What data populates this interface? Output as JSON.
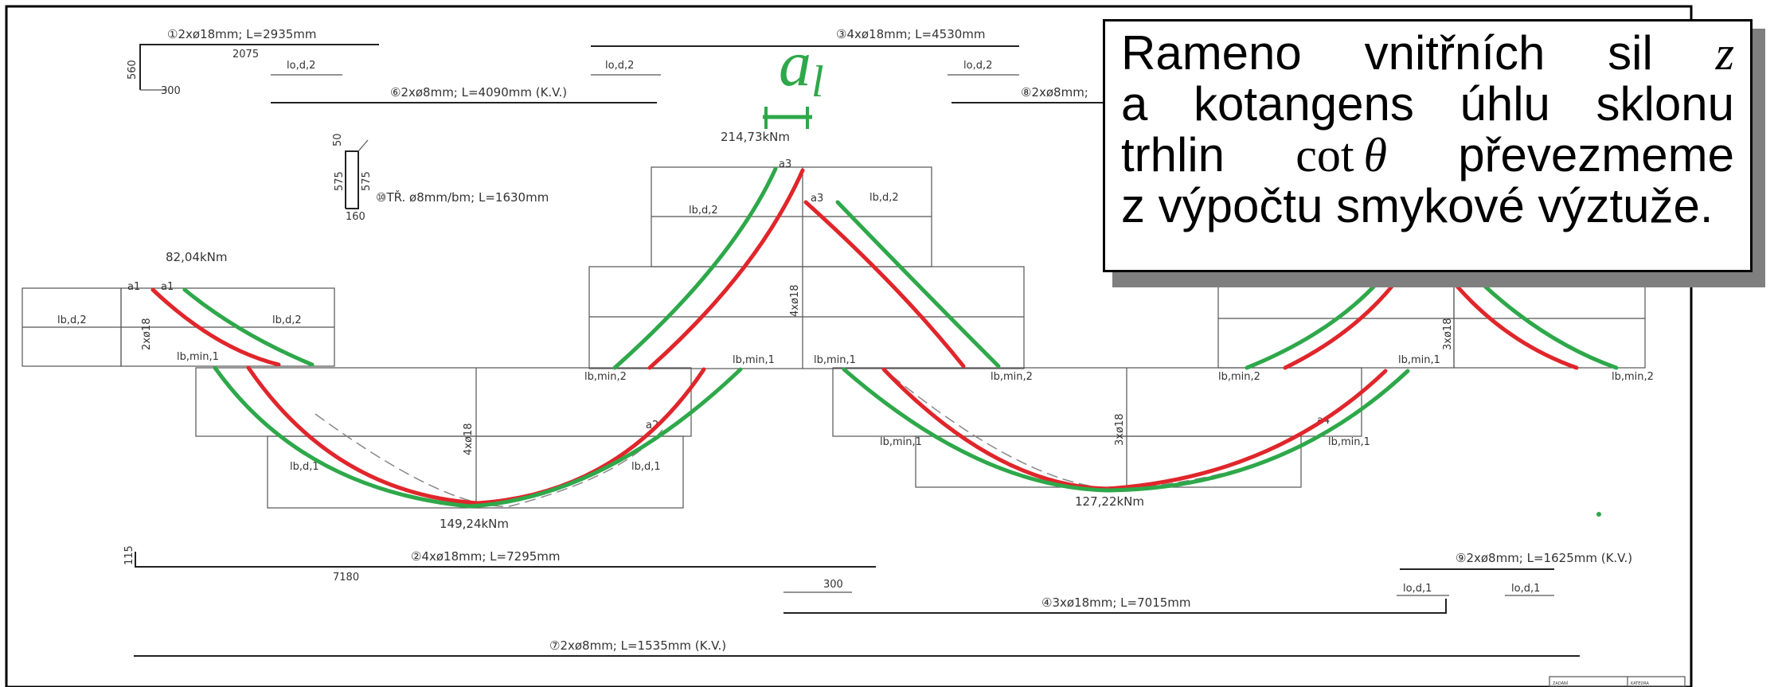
{
  "callout": {
    "line1_a": "Rameno",
    "line1_b": "vnitřních",
    "line1_c": "sil",
    "line1_var": "z",
    "line2_a": "a",
    "line2_b": "kotangens",
    "line2_c": "úhlu",
    "line2_d": "sklonu",
    "line3_a": "trhlin",
    "line3_func": "cot",
    "line3_var": "θ",
    "line3_b": "převezmeme",
    "line4": "z výpočtu smykové výztuže."
  },
  "annotation": {
    "al_base": "a",
    "al_sub": "l"
  },
  "bars": {
    "b1": "①2xø18mm;  L=2935mm",
    "b1_len": "2075",
    "b1_h": "560",
    "b1_leg": "300",
    "b3": "③4xø18mm;  L=4530mm",
    "b6": "⑥2xø8mm;  L=4090mm  (K.V.)",
    "b8": "⑧2xø8mm;",
    "b10": "⑩TŘ.  ø8mm/bm;  L=1630mm",
    "b10_h1": "575",
    "b10_h2": "575",
    "b10_w": "160",
    "b10_top": "50",
    "b2": "②4xø18mm;  L=7295mm",
    "b2_len": "7180",
    "b2_h": "115",
    "b9": "⑨2xø8mm;  L=1625mm  (K.V.)",
    "b4": "④3xø18mm;  L=7015mm",
    "b4_leg": "300",
    "b7": "⑦2xø8mm;  L=1535mm  (K.V.)"
  },
  "moments": {
    "m1": "82,04kNm",
    "m2": "214,73kNm",
    "m3": "149,24kNm",
    "m4": "127,22kNm"
  },
  "labels": {
    "lo_d2": "lo,d,2",
    "lo_d1": "lo,d,1",
    "lb_d2": "lb,d,2",
    "lb_d1": "lb,d,1",
    "lb_min1": "lb,min,1",
    "lb_min2": "lb,min,2",
    "a1": "a1",
    "a2": "a2",
    "a3": "a3",
    "a4": "a4",
    "r2x18": "2xø18",
    "r4x18": "4xø18",
    "r3x18": "3xø18",
    "title_block_a": "ZADÁNÍ",
    "title_block_b": "KATEDRA"
  },
  "colors": {
    "tension_line": "#e0262b",
    "shifted_line": "#2ea84a",
    "callout_border": "#000000",
    "callout_shadow": "#7f7f7f"
  }
}
